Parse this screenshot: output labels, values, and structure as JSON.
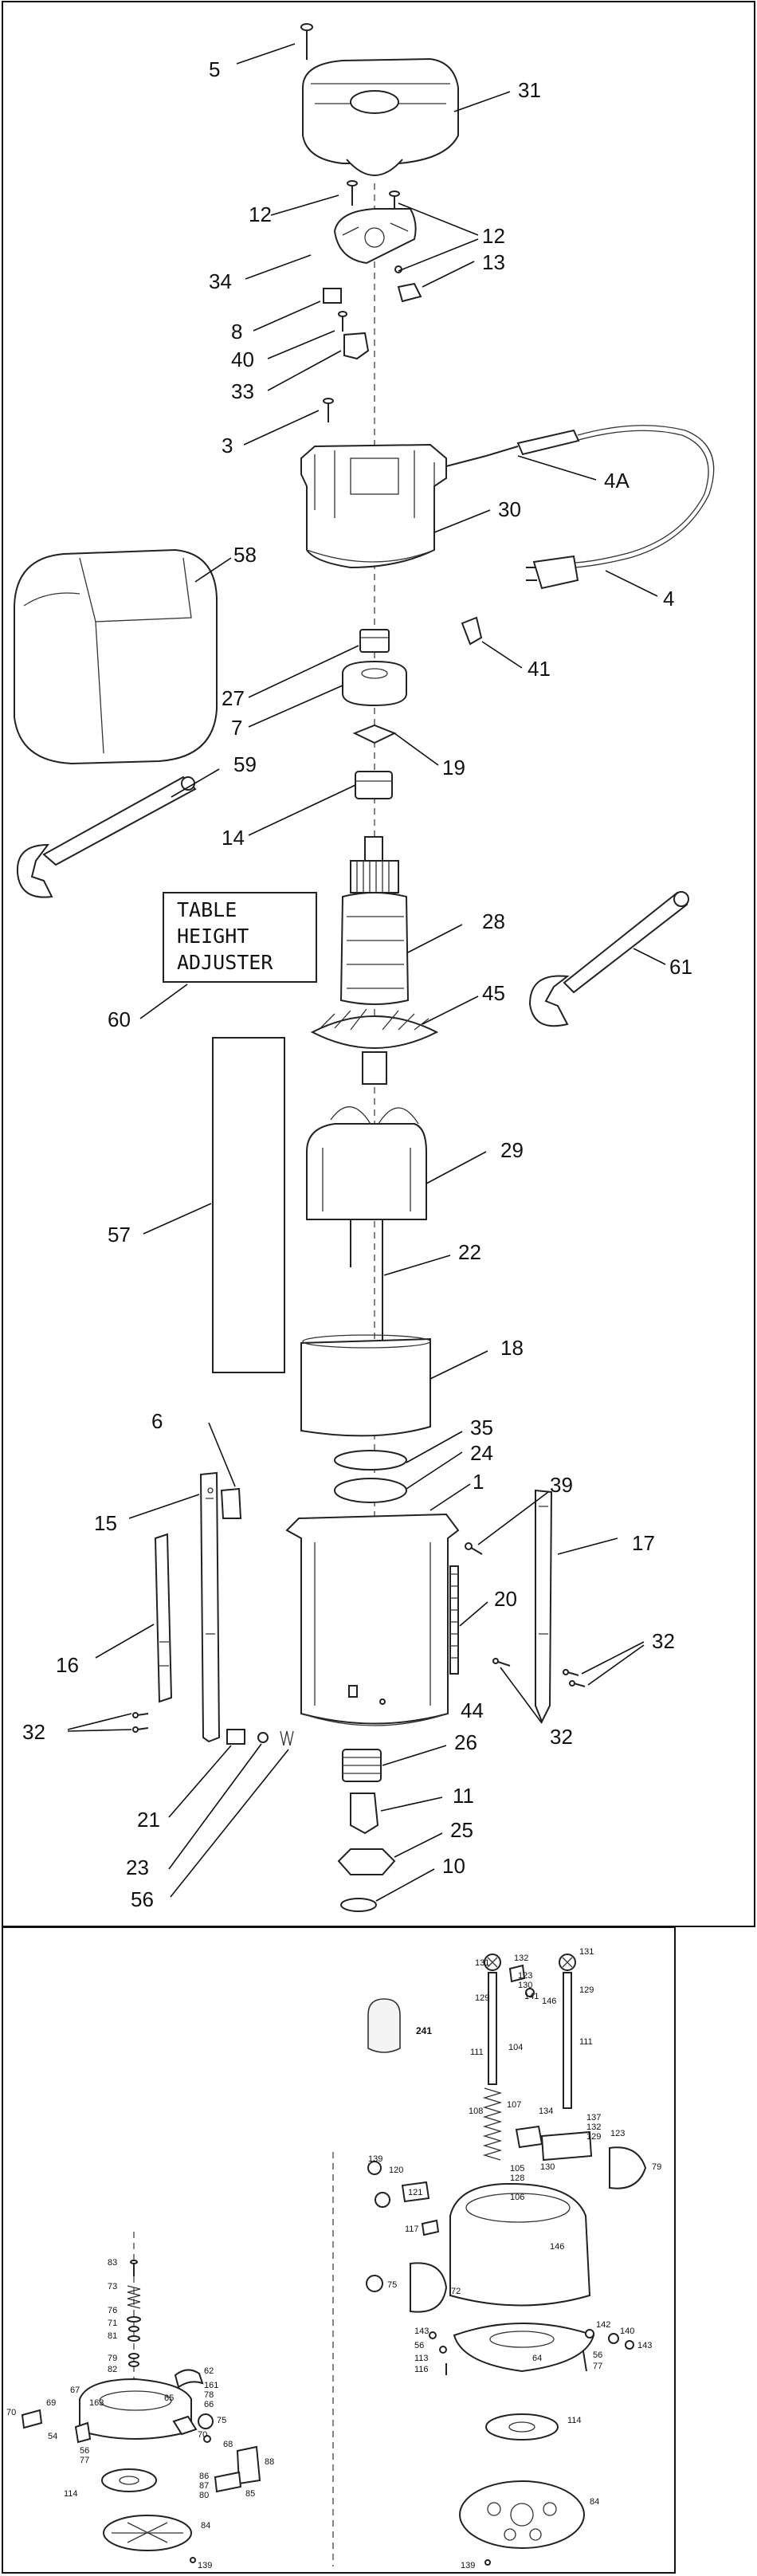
{
  "diagram": {
    "table_height_adjuster_lines": [
      "TABLE",
      "HEIGHT",
      "ADJUSTER"
    ],
    "upper_parts": [
      {
        "id": "5"
      },
      {
        "id": "31"
      },
      {
        "id": "12"
      },
      {
        "id": "12b",
        "text": "12"
      },
      {
        "id": "34"
      },
      {
        "id": "13"
      },
      {
        "id": "8"
      },
      {
        "id": "40"
      },
      {
        "id": "33"
      },
      {
        "id": "3"
      },
      {
        "id": "4A"
      },
      {
        "id": "30"
      },
      {
        "id": "4"
      },
      {
        "id": "58"
      },
      {
        "id": "41"
      },
      {
        "id": "27"
      },
      {
        "id": "7"
      },
      {
        "id": "19"
      },
      {
        "id": "59"
      },
      {
        "id": "14"
      },
      {
        "id": "28"
      },
      {
        "id": "60"
      },
      {
        "id": "45"
      },
      {
        "id": "61"
      },
      {
        "id": "29"
      },
      {
        "id": "57"
      },
      {
        "id": "22"
      },
      {
        "id": "18"
      },
      {
        "id": "6"
      },
      {
        "id": "35"
      },
      {
        "id": "24"
      },
      {
        "id": "39"
      },
      {
        "id": "1"
      },
      {
        "id": "15"
      },
      {
        "id": "17"
      },
      {
        "id": "20"
      },
      {
        "id": "16"
      },
      {
        "id": "32a",
        "text": "32"
      },
      {
        "id": "32b",
        "text": "32"
      },
      {
        "id": "32c",
        "text": "32"
      },
      {
        "id": "44"
      },
      {
        "id": "26"
      },
      {
        "id": "21"
      },
      {
        "id": "11"
      },
      {
        "id": "25"
      },
      {
        "id": "23"
      },
      {
        "id": "10"
      },
      {
        "id": "56"
      }
    ],
    "lower_left_parts": [
      "83",
      "73",
      "76",
      "71",
      "81",
      "79",
      "82",
      "67",
      "163",
      "62",
      "161",
      "78",
      "66",
      "65",
      "69",
      "70",
      "75",
      "70",
      "54",
      "68",
      "56",
      "77",
      "88",
      "86",
      "87",
      "80",
      "85",
      "114",
      "84",
      "139"
    ],
    "lower_right_parts": [
      "131",
      "132",
      "123",
      "130",
      "141",
      "146",
      "129",
      "131",
      "129",
      "111",
      "241",
      "104",
      "111",
      "134",
      "108",
      "107",
      "137",
      "132",
      "129",
      "123",
      "139",
      "120",
      "105",
      "128",
      "130",
      "79",
      "121",
      "106",
      "117",
      "146",
      "75",
      "72",
      "143",
      "56",
      "113",
      "116",
      "64",
      "142",
      "140",
      "143",
      "56",
      "77",
      "114",
      "84",
      "139"
    ]
  }
}
